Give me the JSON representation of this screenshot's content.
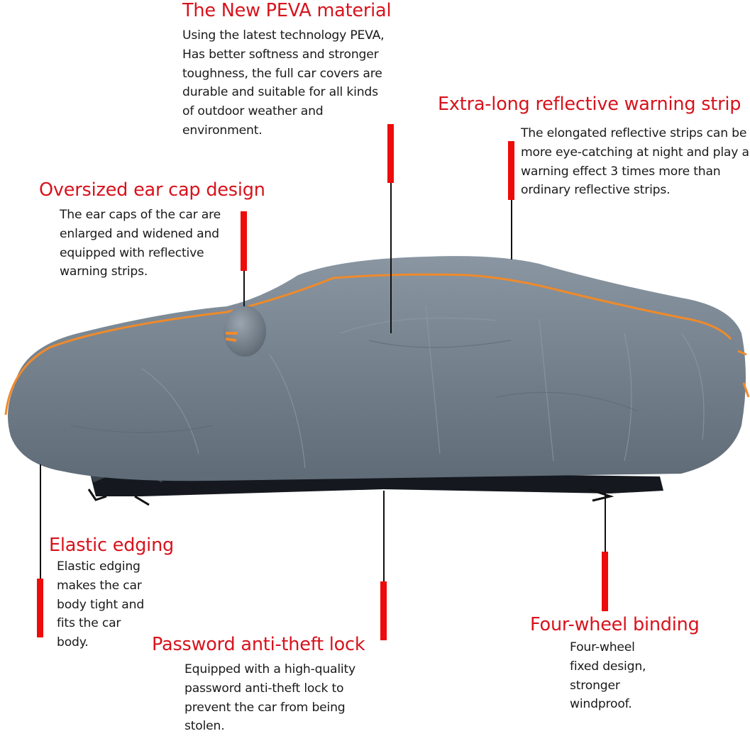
{
  "features": {
    "peva": {
      "title": "The New PEVA material",
      "lines": [
        "Using the latest technology PEVA,",
        "Has better softness and stronger",
        "toughness, the full car covers are",
        "durable and suitable for all kinds",
        "of outdoor weather and",
        "environment."
      ]
    },
    "reflective": {
      "title": "Extra-long reflective warning strip",
      "lines": [
        "The elongated reflective strips can be",
        "more eye-catching at night and play a",
        "warning effect 3 times more than",
        "ordinary reflective strips."
      ]
    },
    "ear_cap": {
      "title": "Oversized ear cap design",
      "lines": [
        "The ear caps of the car are",
        "enlarged and widened and",
        "equipped with reflective",
        "warning strips."
      ]
    },
    "elastic": {
      "title": "Elastic edging",
      "lines": [
        "Elastic edging",
        "makes the car",
        "body tight and",
        "fits the car",
        "body."
      ]
    },
    "lock": {
      "title": "Password anti-theft lock",
      "lines": [
        "Equipped with a high-quality",
        "password anti-theft lock to",
        "prevent the car from being",
        "stolen."
      ]
    },
    "four_wheel": {
      "title": "Four-wheel binding",
      "lines": [
        "Four-wheel",
        "fixed design,",
        "stronger",
        "windproof."
      ]
    }
  },
  "colors": {
    "title_red": "#d8121c",
    "marker_red": "#ee0b0b",
    "cover_gray": "#6f7c88",
    "reflective_orange": "#f08a2a"
  }
}
